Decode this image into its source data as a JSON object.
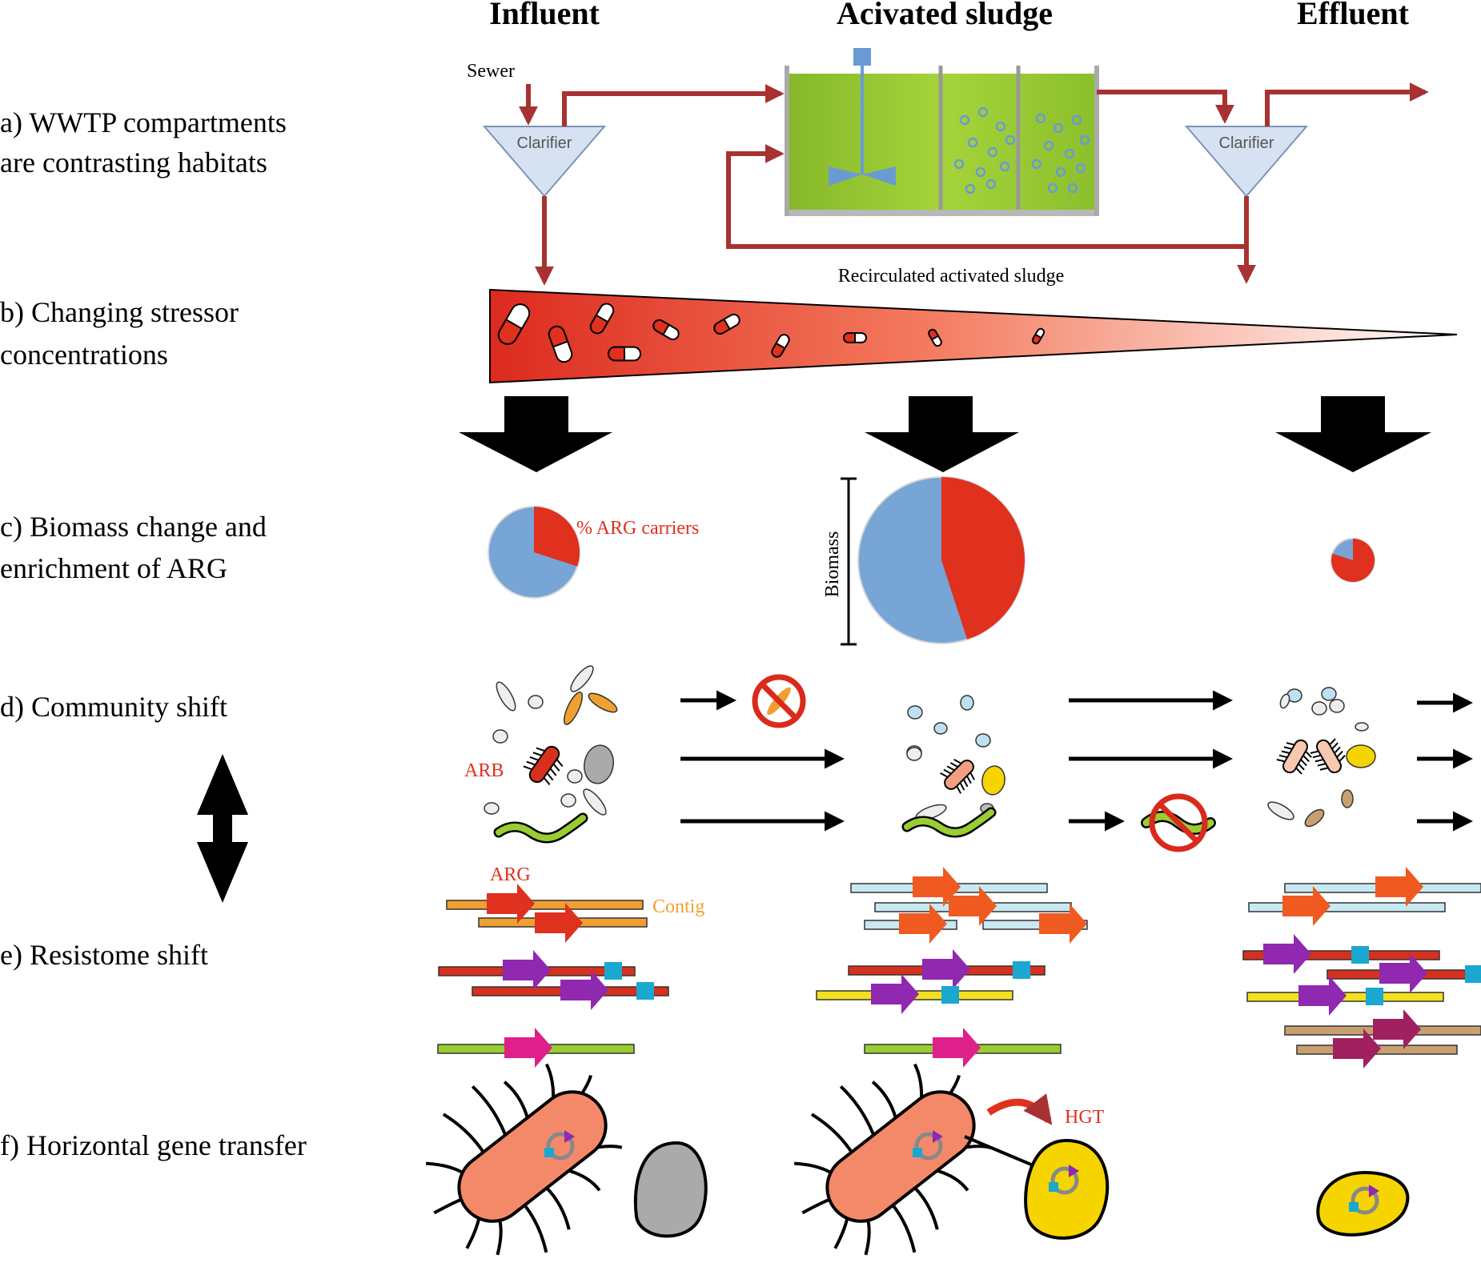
{
  "headers": {
    "influent": "Influent",
    "activated_sludge": "Acivated sludge",
    "effluent": "Effluent"
  },
  "rows": {
    "a_line1": "a) WWTP compartments",
    "a_line2": "are contrasting habitats",
    "b_line1": "b) Changing stressor",
    "b_line2": "concentrations",
    "c_line1": "c) Biomass change and",
    "c_line2": "enrichment of ARG",
    "d": "d) Community shift",
    "e": "e) Resistome shift",
    "f": "f) Horizontal gene transfer"
  },
  "labels": {
    "sewer": "Sewer",
    "clarifier_left": "Clarifier",
    "clarifier_right": "Clarifier",
    "recirculated": "Recirculated activated sludge",
    "arg_carriers": "% ARG carriers",
    "biomass": "Biomass",
    "arb": "ARB",
    "arg": "ARG",
    "contig": "Contig",
    "hgt": "HGT"
  },
  "pies": [
    {
      "name": "influent",
      "arg_fraction": 0.3
    },
    {
      "name": "activated-sludge",
      "arg_fraction": 0.45
    },
    {
      "name": "effluent",
      "arg_fraction": 0.8
    }
  ],
  "colors": {
    "pipe": "#a83232",
    "tank": "#9acd32",
    "arg_red": "#e0301e",
    "non_arg_blue": "#76a5d6",
    "contig_orange": "#f0a030"
  }
}
